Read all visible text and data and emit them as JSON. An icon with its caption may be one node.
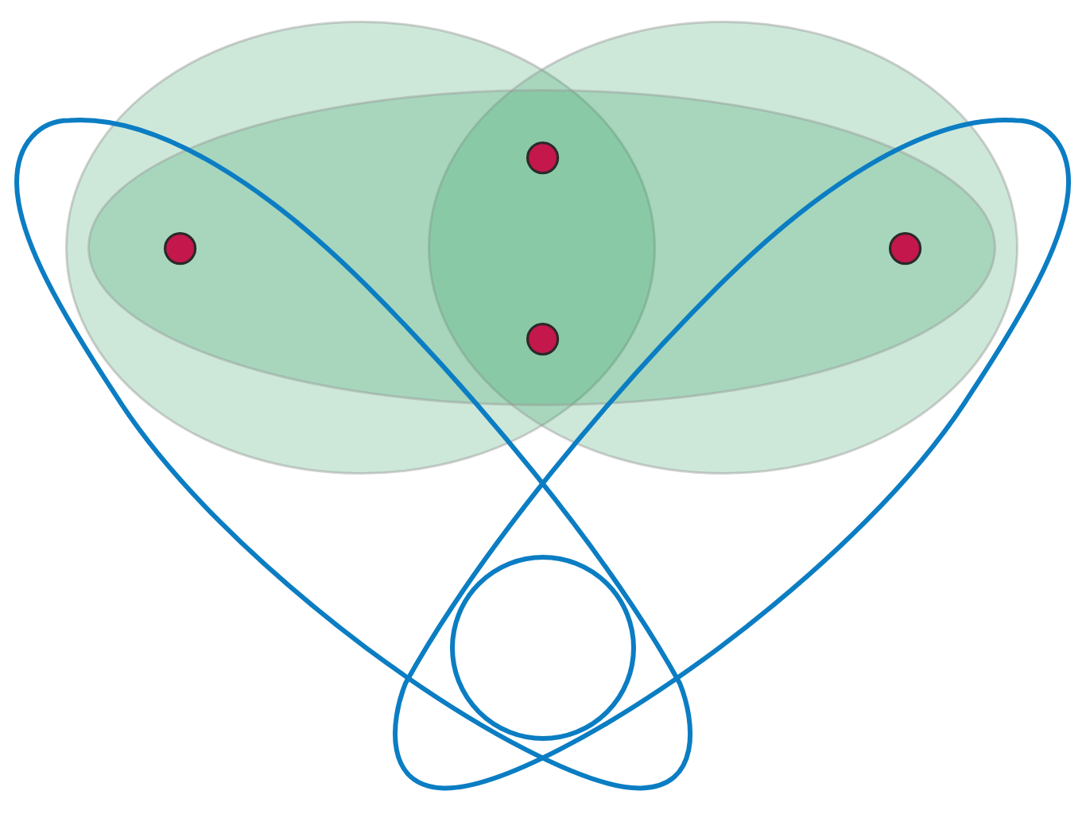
{
  "diagram": {
    "nodes": [
      {
        "text": [],
        "shape": "ellipse"
      },
      {
        "text": [],
        "shape": "ellipse"
      },
      {
        "text": [],
        "shape": "ellipse"
      },
      {
        "text": [],
        "shape": "loop"
      },
      {
        "text": [],
        "shape": "loop"
      },
      {
        "text": [],
        "shape": "circle"
      },
      {
        "text": [],
        "shape": "dot"
      },
      {
        "text": [],
        "shape": "dot"
      },
      {
        "text": [],
        "shape": "dot"
      },
      {
        "text": [],
        "shape": "dot"
      }
    ]
  }
}
